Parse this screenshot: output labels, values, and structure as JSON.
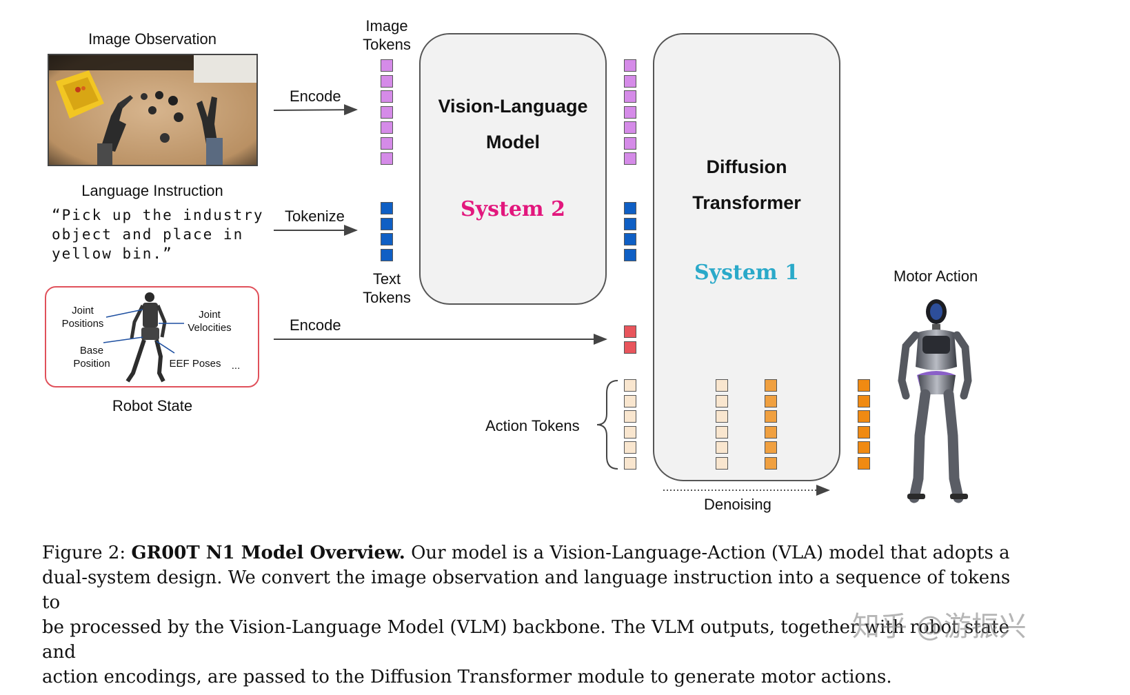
{
  "labels": {
    "image_observation": "Image Observation",
    "language_instruction": "Language Instruction",
    "instruction_text": "“Pick up the industry\nobject and place in\nyellow bin.”",
    "robot_state": "Robot State",
    "joint_positions": "Joint\nPositions",
    "joint_velocities": "Joint\nVelocities",
    "base_position": "Base\nPosition",
    "eef_poses": "EEF Poses",
    "ellipsis": "...",
    "encode_image": "Encode",
    "tokenize": "Tokenize",
    "encode_state": "Encode",
    "image_tokens": "Image\nTokens",
    "text_tokens": "Text\nTokens",
    "action_tokens": "Action Tokens",
    "motor_action": "Motor Action",
    "denoising": "Denoising"
  },
  "vlm": {
    "title_line1": "Vision-Language",
    "title_line2": "Model",
    "system": "System 2",
    "system_color": "#e2177d"
  },
  "dit": {
    "title_line1": "Diffusion",
    "title_line2": "Transformer",
    "system": "System 1",
    "system_color": "#2aa9c9"
  },
  "colors": {
    "image_token": "#d58be8",
    "text_token": "#0f5fc4",
    "state_token": "#e8555c",
    "action_token_noisy": "#f9e6cf",
    "action_token": "#f0a040",
    "motor_token": "#f08a12",
    "robot_state_border": "#e0505a"
  },
  "caption": {
    "figure_label": "Figure 2: ",
    "title": "GR00T N1 Model Overview.",
    "line1_rest": " Our model is a Vision-Language-Action (VLA) model that adopts a",
    "line2": "dual-system design. We convert the image observation and language instruction into a sequence of tokens to",
    "line3": "be processed by the Vision-Language Model (VLM) backbone. The VLM outputs, together with robot state and",
    "line4": "action encodings, are passed to the Diffusion Transformer module to generate motor actions."
  },
  "watermark": "知乎 @游振兴"
}
